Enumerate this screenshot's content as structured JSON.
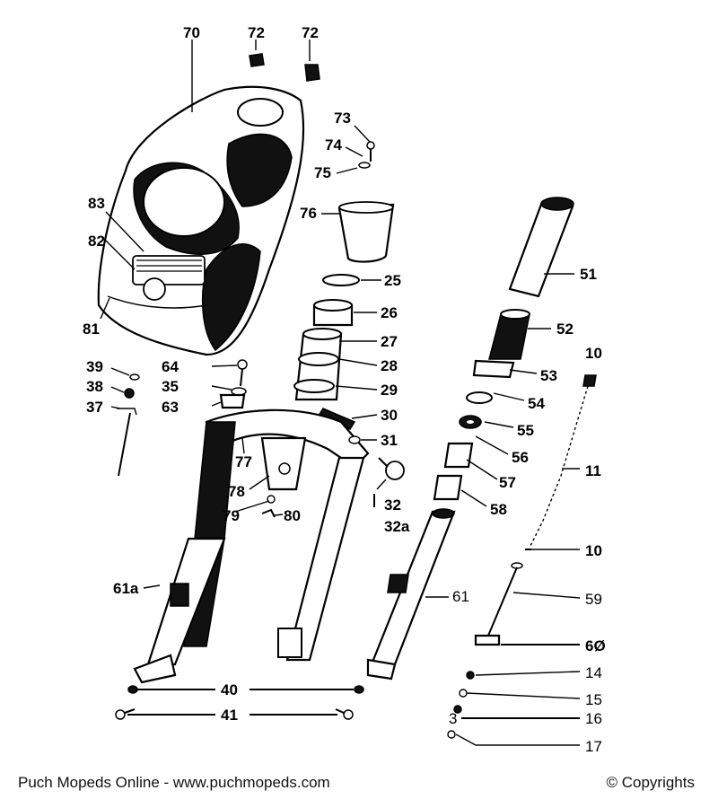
{
  "labels": {
    "l70": "70",
    "l72a": "72",
    "l72b": "72",
    "l73": "73",
    "l74": "74",
    "l75": "75",
    "l76": "76",
    "l25": "25",
    "l26": "26",
    "l27": "27",
    "l28": "28",
    "l29": "29",
    "l30": "30",
    "l31": "31",
    "l32": "32",
    "l32a": "32a",
    "l83": "83",
    "l82": "82",
    "l81": "81",
    "l39": "39",
    "l38": "38",
    "l37": "37",
    "l64": "64",
    "l35": "35",
    "l63": "63",
    "l77": "77",
    "l78": "78",
    "l79": "79",
    "l80": "80",
    "l61a": "61a",
    "l61": "61",
    "l40": "40",
    "l41": "41",
    "l51": "51",
    "l52": "52",
    "l53": "53",
    "l54": "54",
    "l55": "55",
    "l56": "56",
    "l57": "57",
    "l58": "58",
    "l10a": "10",
    "l11": "11",
    "l10b": "10",
    "l59": "59",
    "l60": "6Ø",
    "l14": "14",
    "l15": "15",
    "l3": "3",
    "l16": "16",
    "l17": "17"
  },
  "footer": {
    "left": "Puch Mopeds Online - www.puchmopeds.com",
    "right": "© Copyrights"
  }
}
